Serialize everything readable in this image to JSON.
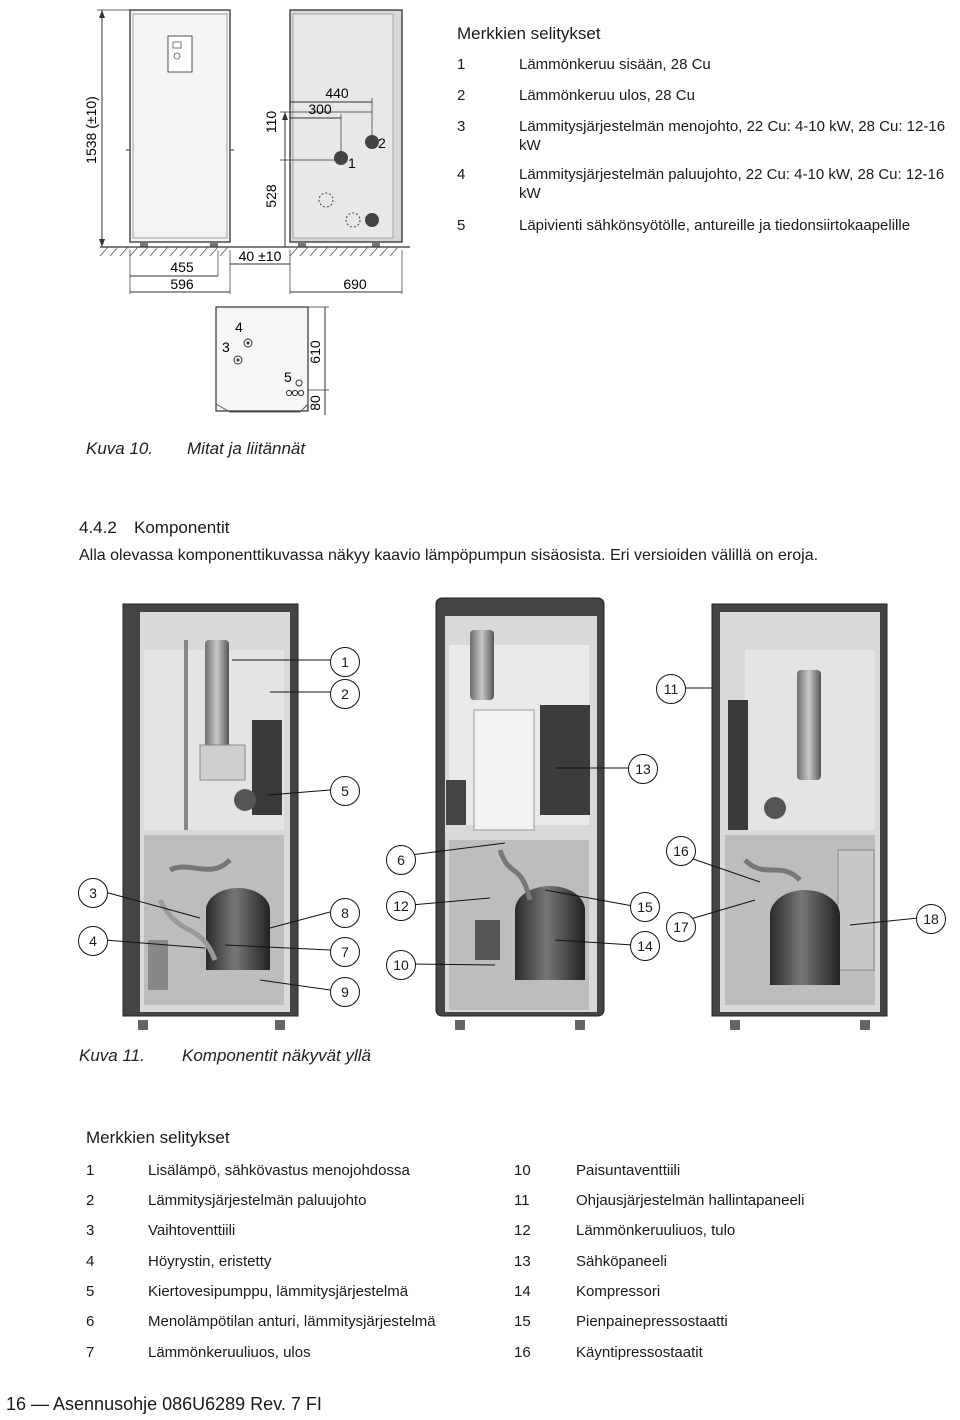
{
  "dims_figure": {
    "labels": {
      "height": "1538 (±10)",
      "d110": "110",
      "d528": "528",
      "d440": "440",
      "d300": "300",
      "n1": "1",
      "n2": "2",
      "w455": "455",
      "w596": "596",
      "w40": "40 ±10",
      "w690": "690",
      "t4": "4",
      "t3": "3",
      "t5": "5",
      "t610": "610",
      "t80": "80"
    }
  },
  "dims_legend": {
    "title": "Merkkien selitykset",
    "items": [
      {
        "num": "1",
        "text": "Lämmönkeruu sisään, 28 Cu"
      },
      {
        "num": "2",
        "text": "Lämmönkeruu ulos, 28 Cu"
      },
      {
        "num": "3",
        "text": "Lämmitysjärjestelmän menojohto, 22 Cu: 4-10 kW, 28 Cu: 12-16 kW"
      },
      {
        "num": "4",
        "text": "Lämmitysjärjestelmän paluujohto, 22 Cu: 4-10 kW, 28 Cu: 12-16 kW"
      },
      {
        "num": "5",
        "text": "Läpivienti sähkönsyötölle, antureille ja tiedonsiirtokaapelille"
      }
    ]
  },
  "caption10": {
    "label": "Kuva 10.",
    "text": "Mitat ja liitännät"
  },
  "section": {
    "number": "4.4.2",
    "title": "Komponentit",
    "intro": "Alla olevassa komponenttikuvassa näkyy kaavio lämpöpumpun sisäosista. Eri versioiden välillä on eroja."
  },
  "components_figure": {
    "callouts": [
      "1",
      "2",
      "3",
      "4",
      "5",
      "6",
      "7",
      "8",
      "9",
      "10",
      "11",
      "12",
      "13",
      "14",
      "15",
      "16",
      "17",
      "18"
    ]
  },
  "caption11": {
    "label": "Kuva 11.",
    "text": "Komponentit näkyvät yllä"
  },
  "comp_legend": {
    "title": "Merkkien selitykset",
    "left": [
      {
        "num": "1",
        "text": "Lisälämpö, sähkövastus menojohdossa"
      },
      {
        "num": "2",
        "text": "Lämmitysjärjestelmän paluujohto"
      },
      {
        "num": "3",
        "text": "Vaihtoventtiili"
      },
      {
        "num": "4",
        "text": "Höyrystin, eristetty"
      },
      {
        "num": "5",
        "text": "Kiertovesipumppu, lämmitysjärjestelmä"
      },
      {
        "num": "6",
        "text": "Menolämpötilan anturi, lämmitysjärjestelmä"
      },
      {
        "num": "7",
        "text": "Lämmönkeruuliuos, ulos"
      }
    ],
    "right": [
      {
        "num": "10",
        "text": "Paisuntaventtiili"
      },
      {
        "num": "11",
        "text": "Ohjausjärjestelmän hallintapaneeli"
      },
      {
        "num": "12",
        "text": "Lämmönkeruuliuos, tulo"
      },
      {
        "num": "13",
        "text": "Sähköpaneeli"
      },
      {
        "num": "14",
        "text": "Kompressori"
      },
      {
        "num": "15",
        "text": "Pienpainepressostaatti"
      },
      {
        "num": "16",
        "text": "Käyntipressostaatit"
      }
    ]
  },
  "footer": {
    "text": "16 — Asennusohje 086U6289 Rev. 7 FI"
  }
}
